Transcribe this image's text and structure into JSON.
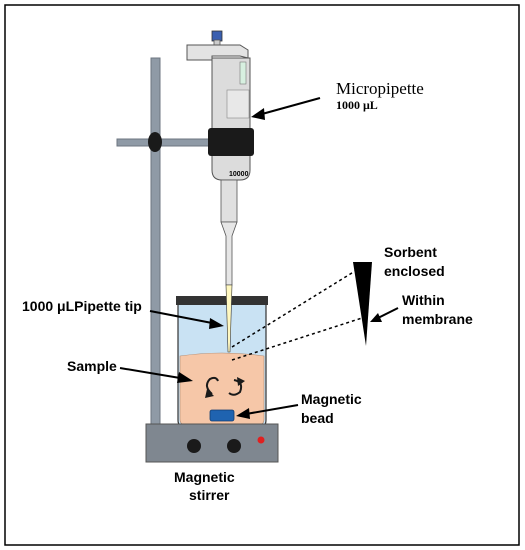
{
  "labels": {
    "micropipette": "Micropipette",
    "micropipette_volume": "1000 μL",
    "pipette_scale": "10000",
    "sorbent_line1": "Sorbent",
    "sorbent_line2": "enclosed",
    "within_line1": "Within",
    "within_line2": "membrane",
    "pipette_tip": "1000 μLPipette tip",
    "sample": "Sample",
    "magnetic_bead_line1": "Magnetic",
    "magnetic_bead_line2": "bead",
    "stirrer_line1": "Magnetic",
    "stirrer_line2": "stirrer"
  },
  "colors": {
    "sample_fill": "#f6c7a8",
    "beaker_fill": "#c9e2f3",
    "lid_fill": "#333333",
    "stand_fill": "#8f9aa6",
    "stirrer_fill": "#7f8790",
    "bead_fill": "#1f63b0",
    "indicator_light": "#e02020",
    "pipette_body": "#d9d9d9",
    "clamp_band": "#1a1a1a"
  }
}
